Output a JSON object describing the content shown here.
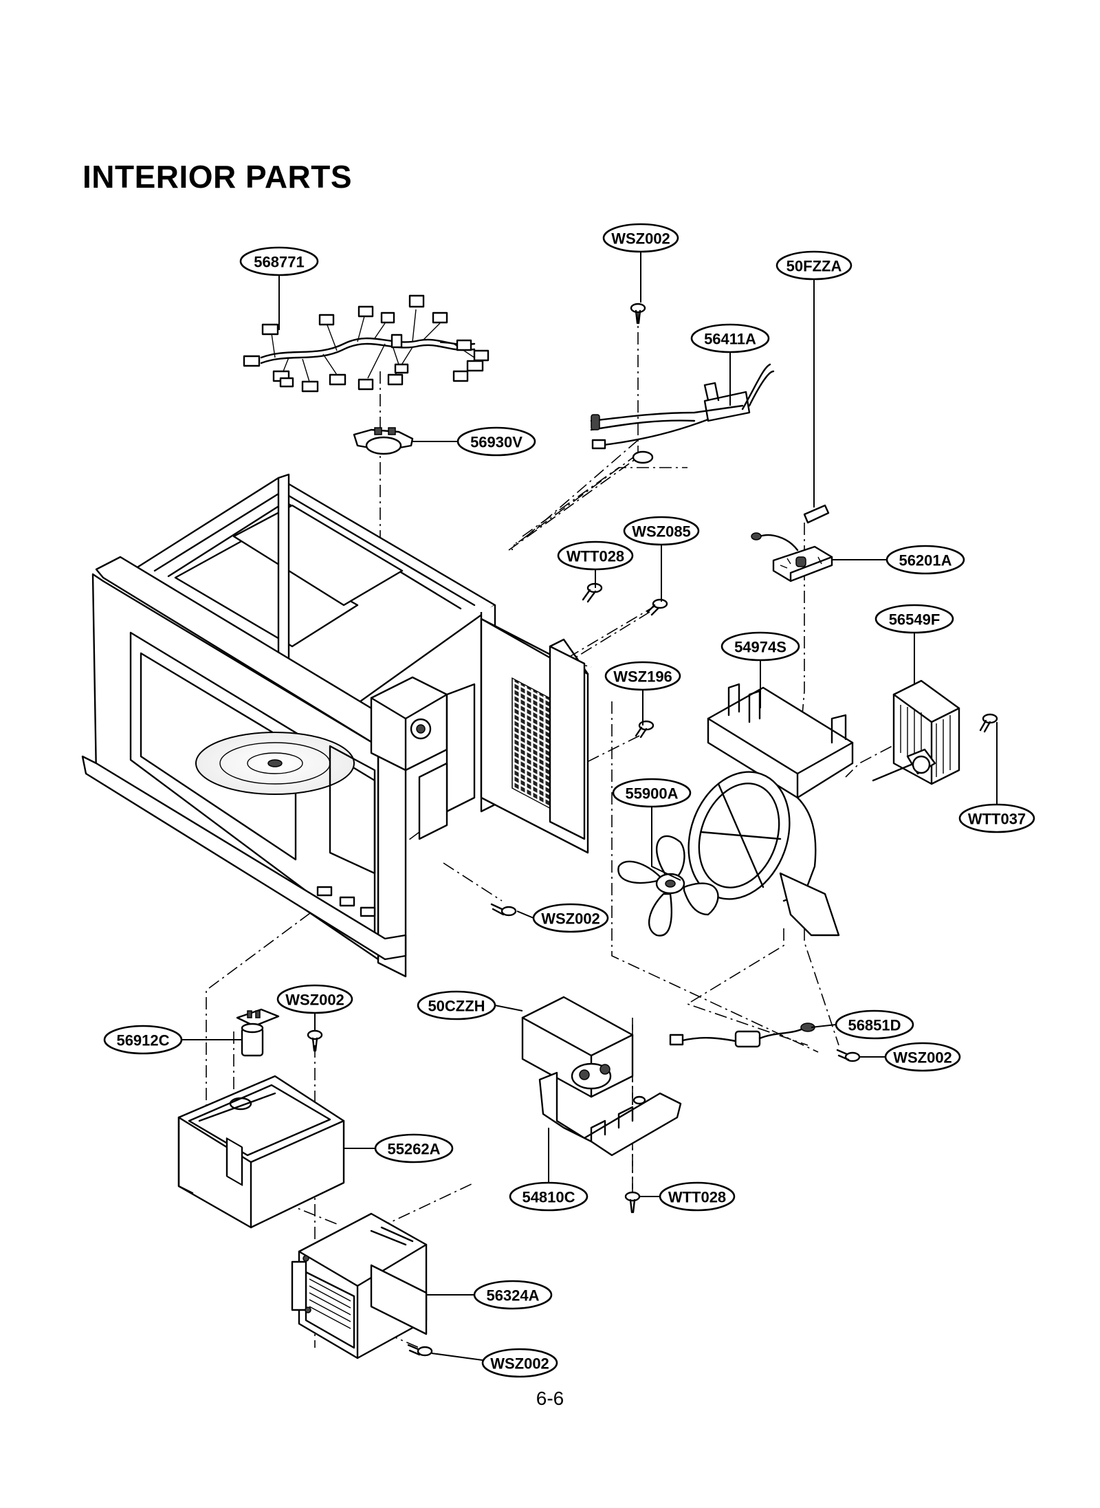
{
  "page": {
    "title": "INTERIOR PARTS",
    "page_number": "6-6"
  },
  "part_labels": [
    {
      "id": "wire-harness",
      "code": "568771"
    },
    {
      "id": "screw-top",
      "code": "WSZ002"
    },
    {
      "id": "thermal-fuse-lead",
      "code": "56411A"
    },
    {
      "id": "thermostat",
      "code": "56930V"
    },
    {
      "id": "fuse",
      "code": "50FZZA"
    },
    {
      "id": "screw-wsz085",
      "code": "WSZ085"
    },
    {
      "id": "screw-wtt028-upper",
      "code": "WTT028"
    },
    {
      "id": "noise-filter",
      "code": "56201A"
    },
    {
      "id": "fan-motor",
      "code": "56549F"
    },
    {
      "id": "fan-duct",
      "code": "54974S"
    },
    {
      "id": "screw-wsz196",
      "code": "WSZ196"
    },
    {
      "id": "fan-blade",
      "code": "55900A"
    },
    {
      "id": "screw-wtt037",
      "code": "WTT037"
    },
    {
      "id": "screw-wsz002-mid",
      "code": "WSZ002"
    },
    {
      "id": "screw-wsz002-left",
      "code": "WSZ002"
    },
    {
      "id": "capacitor",
      "code": "50CZZH"
    },
    {
      "id": "diode",
      "code": "56851D"
    },
    {
      "id": "screw-wsz002-right",
      "code": "WSZ002"
    },
    {
      "id": "magnetron-thermostat",
      "code": "56912C"
    },
    {
      "id": "transformer",
      "code": "55262A"
    },
    {
      "id": "capacitor-bracket",
      "code": "54810C"
    },
    {
      "id": "screw-wtt028-lower",
      "code": "WTT028"
    },
    {
      "id": "magnetron",
      "code": "56324A"
    },
    {
      "id": "screw-wsz002-bottom",
      "code": "WSZ002"
    }
  ]
}
